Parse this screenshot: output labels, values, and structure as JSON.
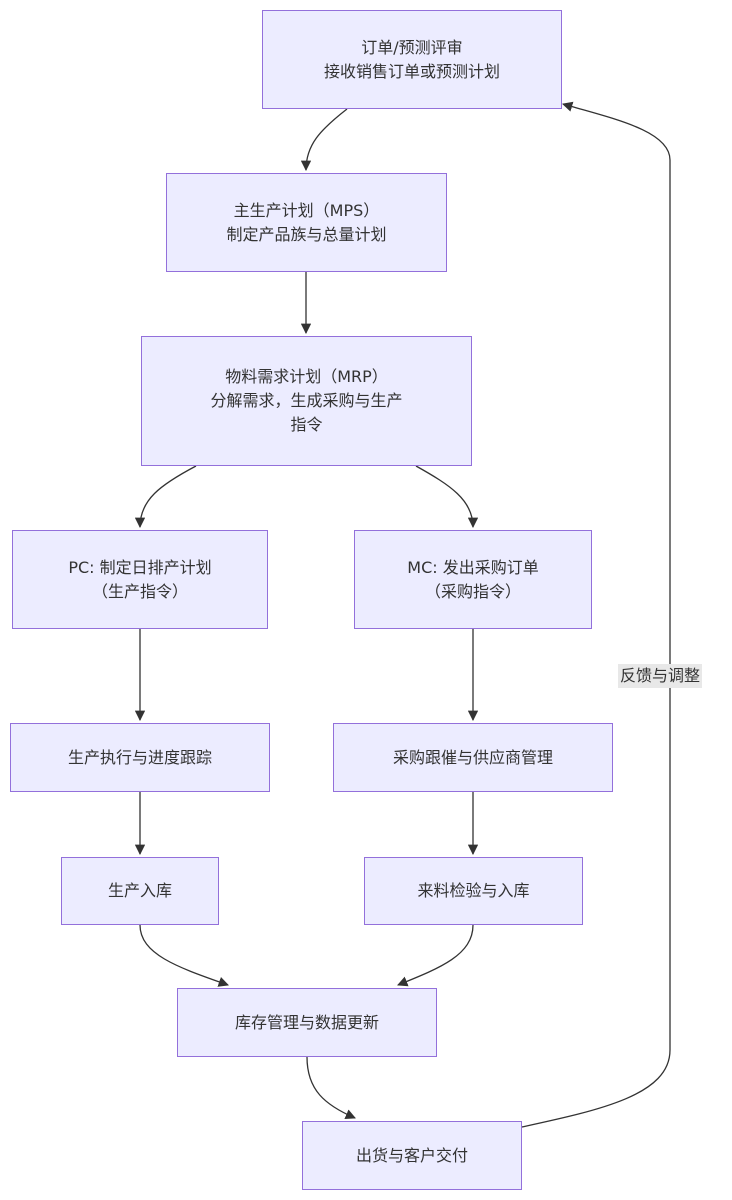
{
  "colors": {
    "node_fill": "#ececff",
    "node_border": "#9370db",
    "edge": "#333333",
    "edge_label_bg": "#e8e8e8",
    "text": "#333333"
  },
  "nodes": {
    "order_review": {
      "line1": "订单/预测评审",
      "line2": "接收销售订单或预测计划"
    },
    "mps": {
      "line1": "主生产计划（MPS）",
      "line2": "制定产品族与总量计划"
    },
    "mrp": {
      "line1": "物料需求计划（MRP）",
      "line2": "分解需求，生成采购与生产",
      "line3": "指令"
    },
    "pc": {
      "line1": "PC: 制定日排产计划",
      "line2": "（生产指令）"
    },
    "mc": {
      "line1": "MC: 发出采购订单",
      "line2": "（采购指令）"
    },
    "production_exec": {
      "line1": "生产执行与进度跟踪"
    },
    "purchase_follow": {
      "line1": "采购跟催与供应商管理"
    },
    "production_storage": {
      "line1": "生产入库"
    },
    "incoming_inspection": {
      "line1": "来料检验与入库"
    },
    "inventory": {
      "line1": "库存管理与数据更新"
    },
    "delivery": {
      "line1": "出货与客户交付"
    }
  },
  "edges": {
    "feedback_label": "反馈与调整"
  }
}
